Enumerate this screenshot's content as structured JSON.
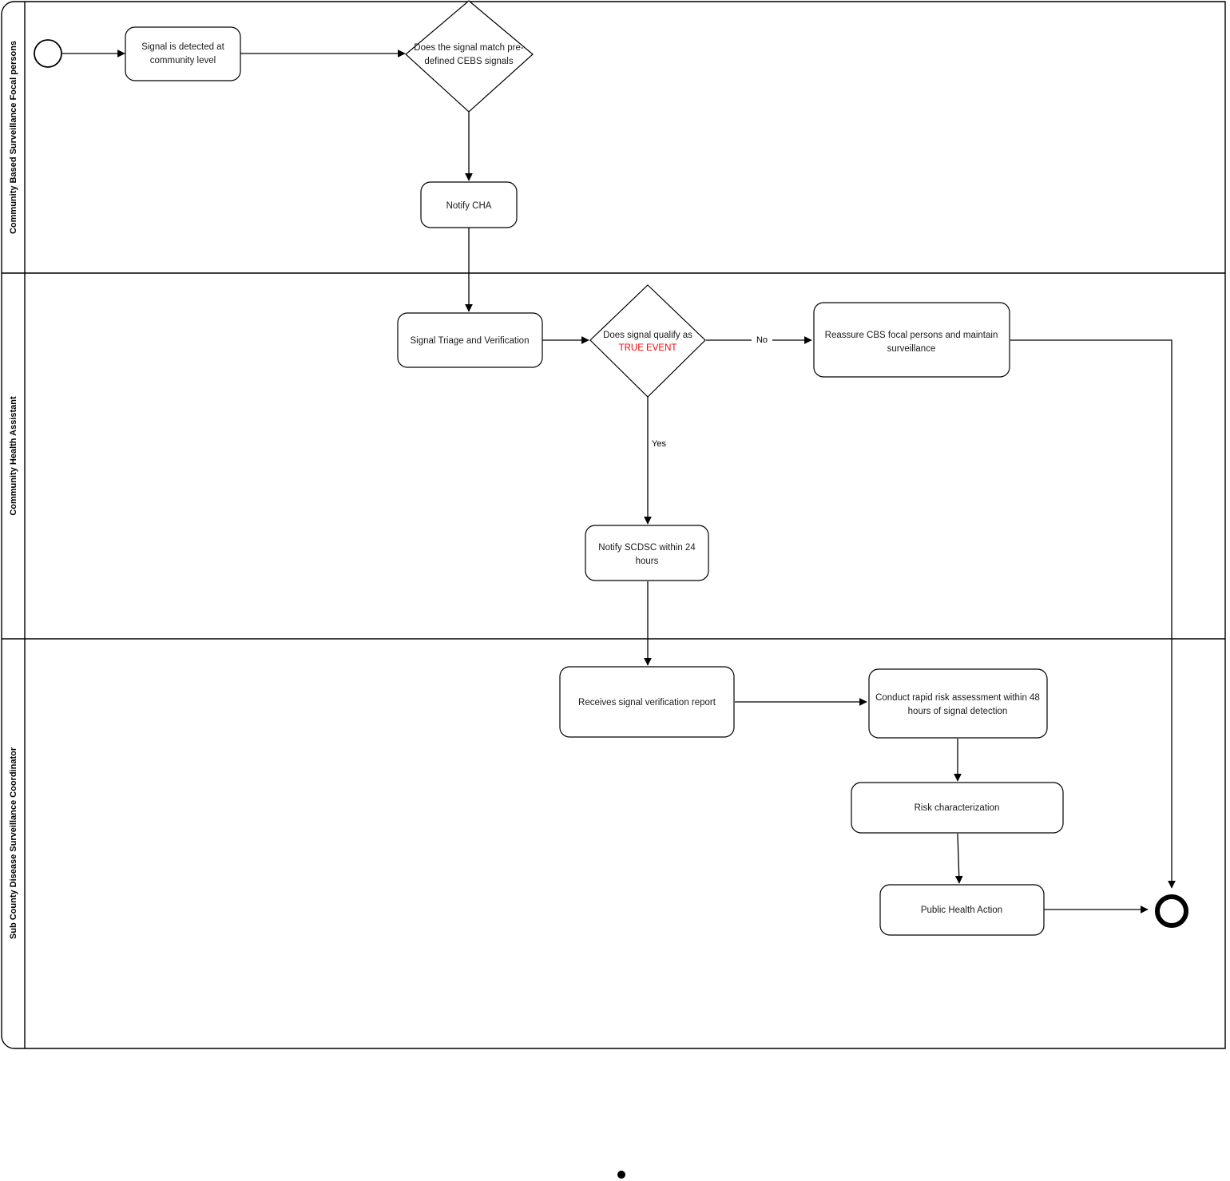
{
  "diagram": {
    "title": "Community Event Based Surveillance (CEBS) signal flow",
    "type": "bpmn-swimlane",
    "colors": {
      "background": "#ffffff",
      "stroke": "#000000",
      "text": "#1a1a1a",
      "accent_red": "#ff0000"
    }
  },
  "lanes": [
    {
      "id": "lane-cbs",
      "label": "Community Based Surveillance Focal persons"
    },
    {
      "id": "lane-cha",
      "label": "Community Health Assistant"
    },
    {
      "id": "lane-scdsc",
      "label": "Sub County Disease Surveillance Coordinator"
    }
  ],
  "nodes": {
    "start_event": {
      "label": "",
      "shape": "start-event"
    },
    "signal_detected": {
      "label": "Signal is detected at community level",
      "shape": "task"
    },
    "match_gateway": {
      "label": "Does the signal match pre-defined CEBS signals",
      "shape": "gateway"
    },
    "notify_cha": {
      "label": "Notify CHA",
      "shape": "task"
    },
    "signal_triage": {
      "label": "Signal Triage and Verification",
      "shape": "task"
    },
    "true_event_gateway": {
      "label_line1": "Does signal qualify as",
      "label_line2": "TRUE EVENT",
      "shape": "gateway"
    },
    "reassure": {
      "label": "Reassure CBS focal persons and maintain surveillance",
      "shape": "task"
    },
    "notify_scdsc": {
      "label": "Notify SCDSC  within 24 hours",
      "shape": "task"
    },
    "receives_report": {
      "label": "Receives signal verification report",
      "shape": "task"
    },
    "rapid_risk": {
      "label": "Conduct rapid risk assessment within 48 hours of signal detection",
      "shape": "task"
    },
    "risk_characterization": {
      "label": "Risk characterization",
      "shape": "task"
    },
    "public_health_action": {
      "label": "Public Health Action",
      "shape": "task"
    },
    "end_event": {
      "label": "",
      "shape": "end-event"
    }
  },
  "edge_labels": {
    "no": "No",
    "yes": "Yes"
  },
  "node_text_lines": {
    "signal_detected": [
      "Signal is detected at",
      "community level"
    ],
    "match_gateway": [
      "Does the signal match pre-",
      "defined CEBS signals"
    ],
    "notify_cha": [
      "Notify CHA"
    ],
    "signal_triage": [
      "Signal Triage and Verification"
    ],
    "reassure": [
      "Reassure CBS focal persons and maintain",
      "surveillance"
    ],
    "notify_scdsc": [
      "Notify SCDSC  within 24",
      "hours"
    ],
    "receives_report": [
      "Receives signal verification report"
    ],
    "rapid_risk": [
      "Conduct rapid risk assessment within 48",
      "hours of signal detection"
    ],
    "risk_characterization": [
      "Risk characterization"
    ],
    "public_health_action": [
      "Public Health Action"
    ]
  }
}
